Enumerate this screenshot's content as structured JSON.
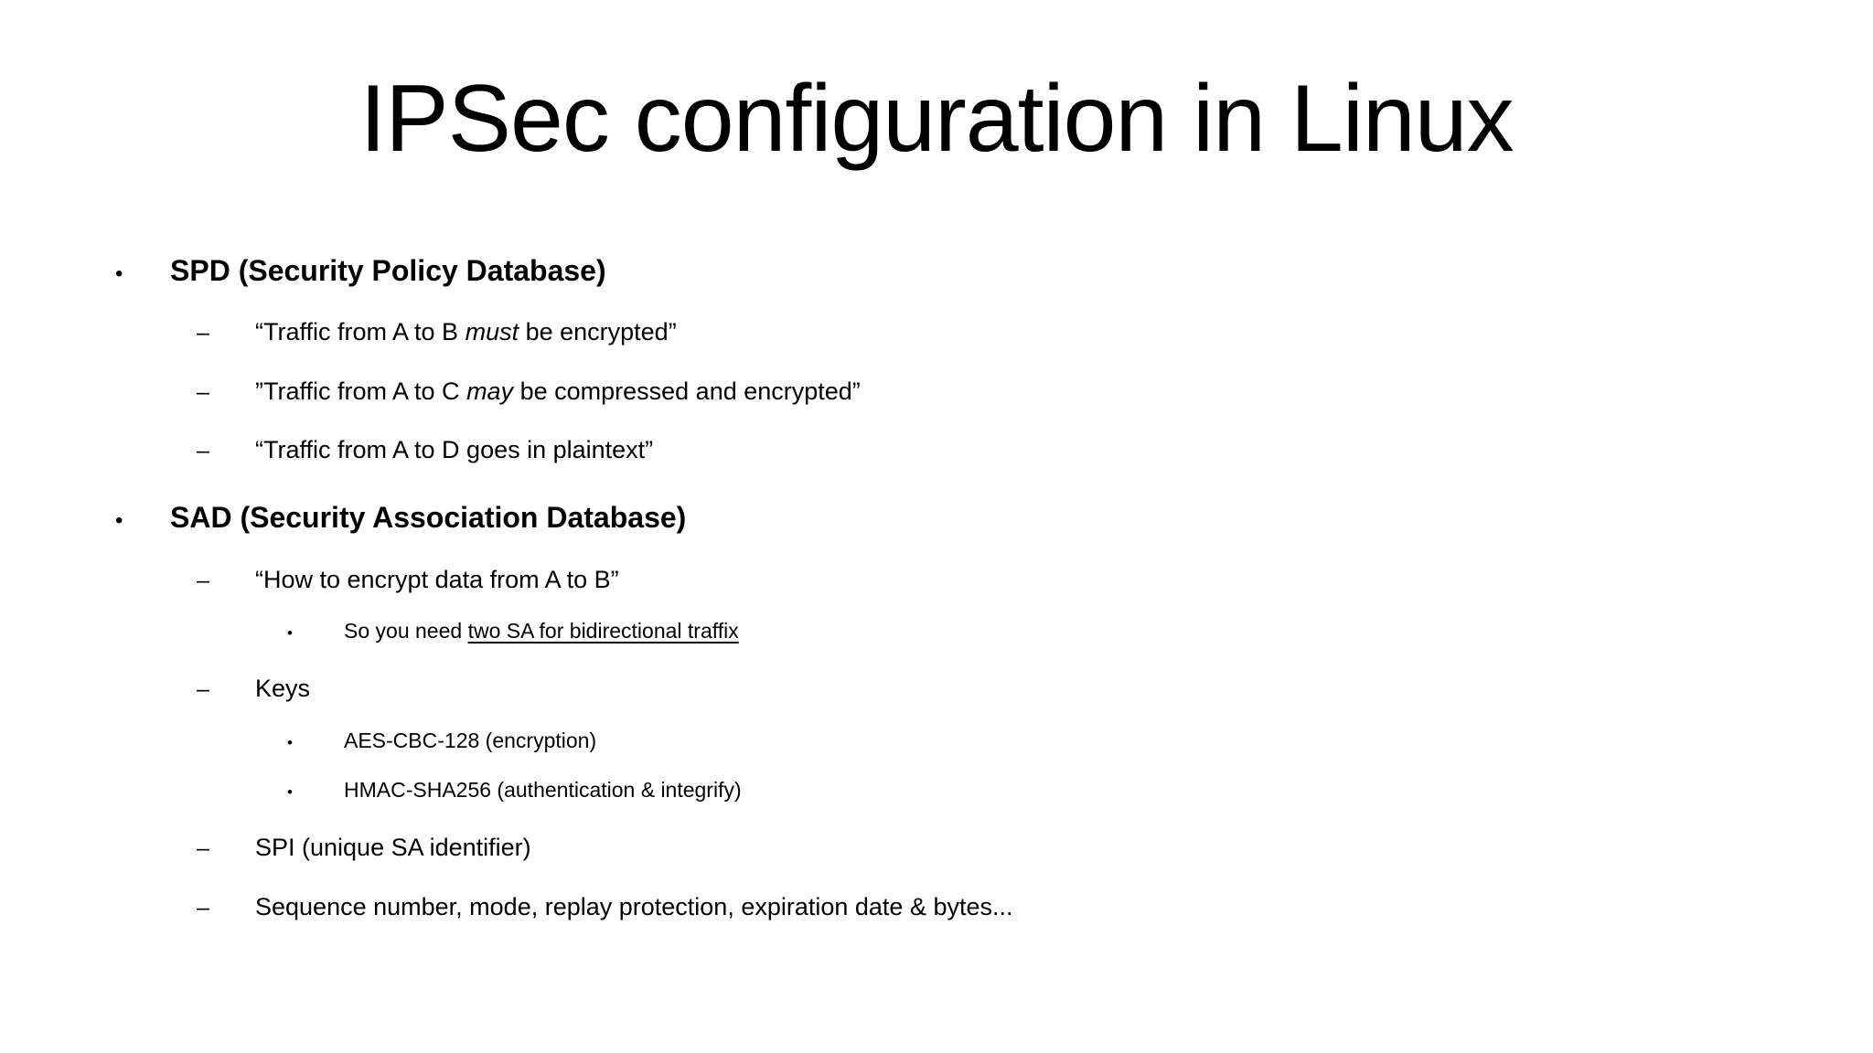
{
  "title": "IPSec configuration in Linux",
  "markers": {
    "level1": "•",
    "level2": "–",
    "level3": "•"
  },
  "spd": {
    "heading": "SPD (Security Policy Database)",
    "items": [
      {
        "pre": "“Traffic from A to B ",
        "emph": "must",
        "post": " be encrypted”"
      },
      {
        "pre": "”Traffic from A to C ",
        "emph": "may",
        "post": " be compressed and encrypted”"
      },
      {
        "pre": "“Traffic from A to D goes in plaintext”",
        "emph": "",
        "post": ""
      }
    ]
  },
  "sad": {
    "heading": "SAD (Security Association Database)",
    "how": {
      "label": "“How to encrypt data from A to B”",
      "note_pre": "So you need ",
      "note_underlined": "two SA for bidirectional traffix"
    },
    "keys": {
      "label": "Keys",
      "items": [
        "AES-CBC-128 (encryption)",
        "HMAC-SHA256 (authentication & integrify)"
      ]
    },
    "spi": "SPI (unique SA identifier)",
    "sequence": "Sequence number, mode, replay protection, expiration date & bytes..."
  }
}
